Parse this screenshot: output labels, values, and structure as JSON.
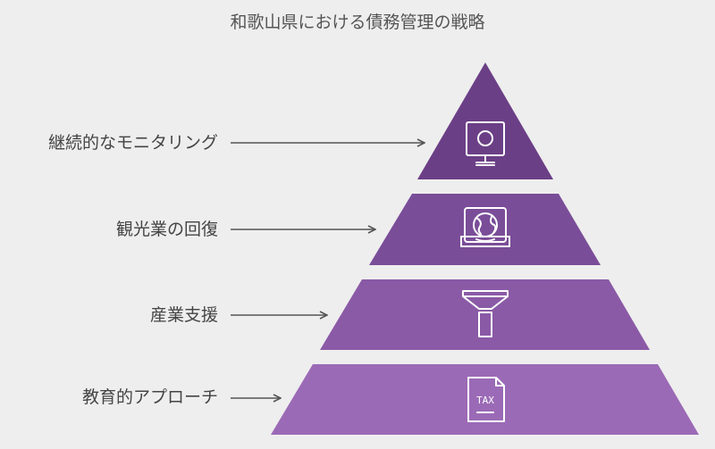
{
  "title": "和歌山県における債務管理の戦略",
  "levels": [
    {
      "label": "継続的なモニタリング",
      "icon": "monitor-icon",
      "color": "#6b3f86"
    },
    {
      "label": "観光業の回復",
      "icon": "suitcase-icon",
      "color": "#7a4d98"
    },
    {
      "label": "産業支援",
      "icon": "funnel-icon",
      "color": "#8a5aa6"
    },
    {
      "label": "教育的アプローチ",
      "icon": "tax-document-icon",
      "color": "#9b6ab6"
    }
  ],
  "tax_text": "TAX"
}
